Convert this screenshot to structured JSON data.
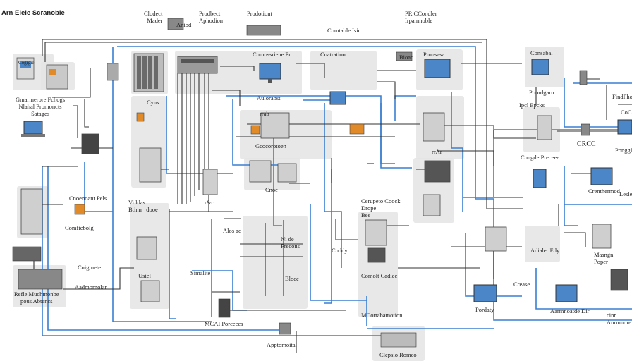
{
  "header": {
    "logo_text": "Arn Eiele Scranoble",
    "labels": [
      "Clodect\nMader",
      "Prodbect\nAphodion",
      "Prodotiont",
      "PR CCondler\nIrpamnoble",
      "Comtable Isic"
    ]
  },
  "labels": {
    "diagram_text": [
      "Cogrgie",
      "Gmarmerore Fchogs\nNlahal Promoncts\nSatages",
      "Comossriene Pr",
      "Coatration",
      "Pronsasa",
      "Aulorabst",
      "Cyus",
      "Gcocorotoen",
      "rrab",
      "rrAr",
      "Cnoe",
      "Cnoenoant Pels",
      "Comfiebolg",
      "Vi ldas\nBtinn   dooe",
      "r&c",
      "Alos ac",
      "Cnigmete",
      "Refle Muchmonbe\npous Abtencs",
      "Aadmornolar",
      "Usiel",
      "Simalite",
      "MCAI Porceces",
      "Apptomoital",
      "Ni de\nPrecons",
      "Bloce",
      "Coddy",
      "Cerupeto Coock\nDrope\nBee",
      "Comolt Cadiec",
      "MCortabamotion",
      "Clepsio Romco",
      "Bioac",
      "Consabal",
      "Poordgarn",
      "Ipcl Epcks",
      "CRCC",
      "Congde Preceee",
      "Crenthermod",
      "Adialer Edy",
      "Masngn\nPoper",
      "Crease",
      "Pordaty",
      "Aarmnoatde Dir",
      "cinr\nAurmnore",
      "FindPhogs",
      "PonggDer",
      "Lesle",
      "Aniod",
      "CoCocn"
    ]
  },
  "colors": {
    "wire_blue": "#3a7fd0",
    "wire_dark": "#333333",
    "panel_gray": "#e4e4e4",
    "accent_orange": "#e08a2a",
    "screen_blue": "#4a86c8"
  },
  "icons": [
    "laptop-icon",
    "monitor-icon",
    "plc-rack-icon",
    "machine-icon",
    "motor-icon",
    "pump-icon",
    "sensor-icon",
    "valve-icon"
  ]
}
